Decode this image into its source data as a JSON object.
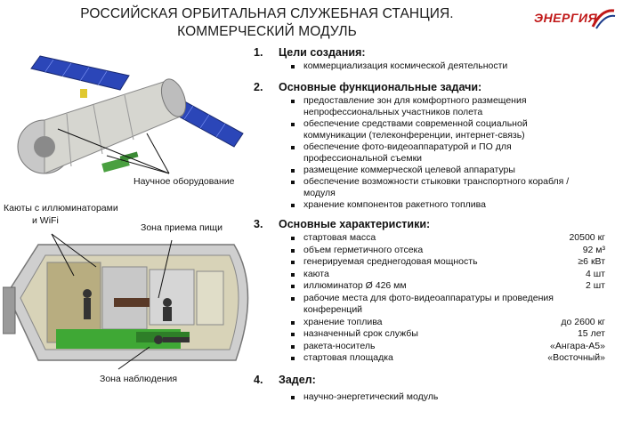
{
  "title": {
    "line1": "РОССИЙСКАЯ ОРБИТАЛЬНАЯ СЛУЖЕБНАЯ СТАНЦИЯ.",
    "line2": "КОММЕРЧЕСКИЙ МОДУЛЬ"
  },
  "logo": {
    "text": "ЭНЕРГИЯ",
    "color": "#c01818"
  },
  "labels": {
    "science": "Научное оборудование",
    "cabins1": "Каюты с иллюминаторами",
    "cabins2": "и WiFi",
    "food": "Зона приема пищи",
    "observe": "Зона наблюдения"
  },
  "sections": {
    "s1": {
      "num": "1.",
      "title": "Цели создания:",
      "items": [
        "коммерциализация космической деятельности"
      ]
    },
    "s2": {
      "num": "2.",
      "title": "Основные функциональные задачи:",
      "items": [
        "предоставление зон для комфортного размещения непрофессиональных участников полета",
        "обеспечение средствами современной социальной коммуникации (телеконференции, интернет-связь)",
        "обеспечение фото-видеоаппаратурой и ПО для профессиональной съемки",
        "размещение коммерческой целевой аппаратуры",
        "обеспечение возможности стыковки транспортного корабля / модуля",
        "хранение компонентов ракетного топлива"
      ]
    },
    "s3": {
      "num": "3.",
      "title": "Основные характеристики:",
      "rows": [
        {
          "k": "стартовая масса",
          "v": "20500 кг"
        },
        {
          "k": "объем герметичного отсека",
          "v": "92 м³"
        },
        {
          "k": "генерируемая среднегодовая мощность",
          "v": "≥6 кВт"
        },
        {
          "k": "каюта",
          "v": "4 шт"
        },
        {
          "k": "иллюминатор Ø 426 мм",
          "v": "2 шт"
        },
        {
          "k": "рабочие места для фото-видеоаппаратуры и проведения конференций",
          "v": ""
        },
        {
          "k": "хранение топлива",
          "v": "до 2600 кг"
        },
        {
          "k": "назначенный срок службы",
          "v": "15 лет"
        },
        {
          "k": "ракета-носитель",
          "v": "«Ангара-А5»"
        },
        {
          "k": "стартовая площадка",
          "v": "«Восточный»"
        }
      ]
    },
    "s4": {
      "num": "4.",
      "title": "Задел:",
      "items": [
        "научно-энергетический модуль"
      ]
    }
  }
}
